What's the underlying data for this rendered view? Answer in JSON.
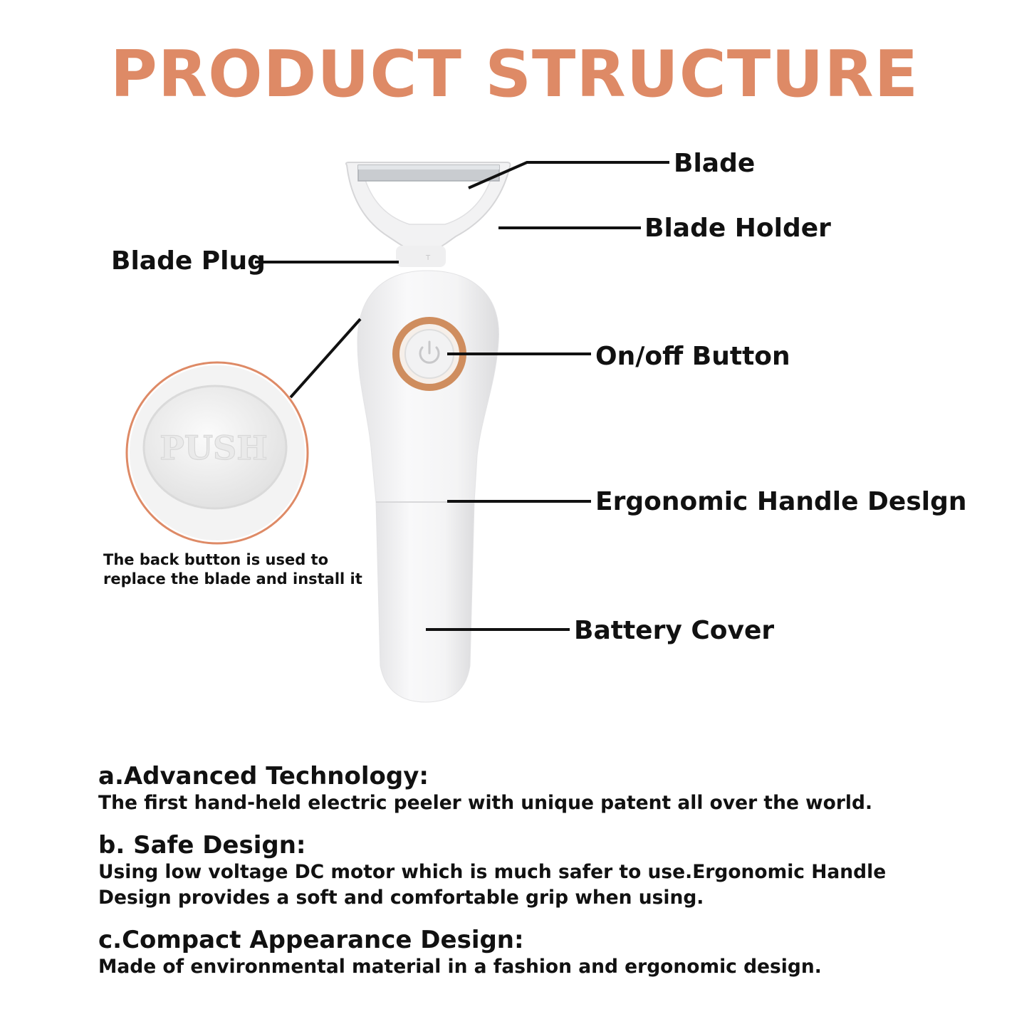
{
  "title": "PRODUCT STRUCTURE",
  "accent_color": "#de8a66",
  "labels": {
    "blade": "Blade",
    "blade_holder": "Blade Holder",
    "blade_plug": "Blade Plug",
    "onoff_button": "On/off Button",
    "ergonomic_handle": "Ergonomic Handle Deslgn",
    "battery_cover": "Battery Cover"
  },
  "push_text": "PUSH",
  "back_button_note": "The back button is used to replace the blade and install it",
  "features": [
    {
      "heading": "a.Advanced Technology:",
      "text": "The first hand-held electric peeler with unique patent all over the world."
    },
    {
      "heading": "b. Safe Design:",
      "text": "Using low voltage DC motor which is much safer to use.Ergonomic Handle Design provides a soft and comfortable grip when using."
    },
    {
      "heading": "c.Compact Appearance Design:",
      "text": "Made of environmental material in a fashion and ergonomic design."
    }
  ]
}
